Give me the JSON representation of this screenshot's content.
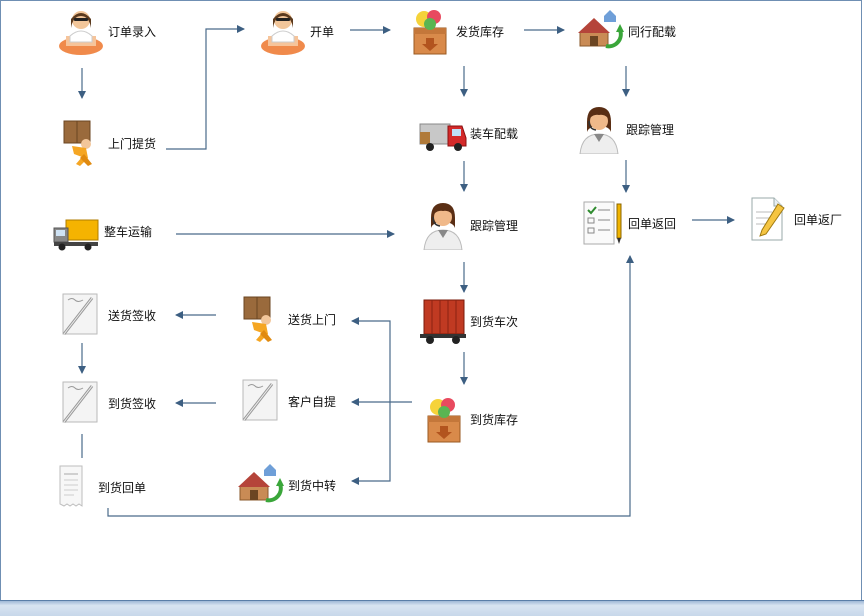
{
  "nodes": {
    "order_entry": {
      "label": "订单录入",
      "icon": "clerk-icon"
    },
    "door_pickup": {
      "label": "上门提货",
      "icon": "porter-icon"
    },
    "full_truck": {
      "label": "整车运输",
      "icon": "truck-icon"
    },
    "delivery_sign": {
      "label": "送货签收",
      "icon": "sign-pen-icon"
    },
    "arrival_sign": {
      "label": "到货签收",
      "icon": "sign-pen-icon"
    },
    "arrival_receipt": {
      "label": "到货回单",
      "icon": "receipt-icon"
    },
    "open_bill": {
      "label": "开单",
      "icon": "clerk-icon"
    },
    "delivery_door": {
      "label": "送货上门",
      "icon": "porter-icon"
    },
    "customer_pickup": {
      "label": "客户自提",
      "icon": "sign-pen-icon"
    },
    "arrival_transfer": {
      "label": "到货中转",
      "icon": "house-transfer-icon"
    },
    "ship_stock": {
      "label": "发货库存",
      "icon": "warehouse-box-icon"
    },
    "loading": {
      "label": "装车配载",
      "icon": "red-truck-icon"
    },
    "tracking_mid": {
      "label": "跟踪管理",
      "icon": "support-agent-icon"
    },
    "arrival_vehicle": {
      "label": "到货车次",
      "icon": "container-truck-icon"
    },
    "arrival_stock": {
      "label": "到货库存",
      "icon": "warehouse-box-icon"
    },
    "peer_load": {
      "label": "同行配载",
      "icon": "house-transfer-icon"
    },
    "tracking_right": {
      "label": "跟踪管理",
      "icon": "support-agent-icon"
    },
    "receipt_return": {
      "label": "回单返回",
      "icon": "checklist-icon"
    },
    "receipt_back": {
      "label": "回单返厂",
      "icon": "document-pen-icon"
    }
  },
  "colors": {
    "arrow": "#4a6a8a",
    "frame": "#6f8fb3"
  }
}
